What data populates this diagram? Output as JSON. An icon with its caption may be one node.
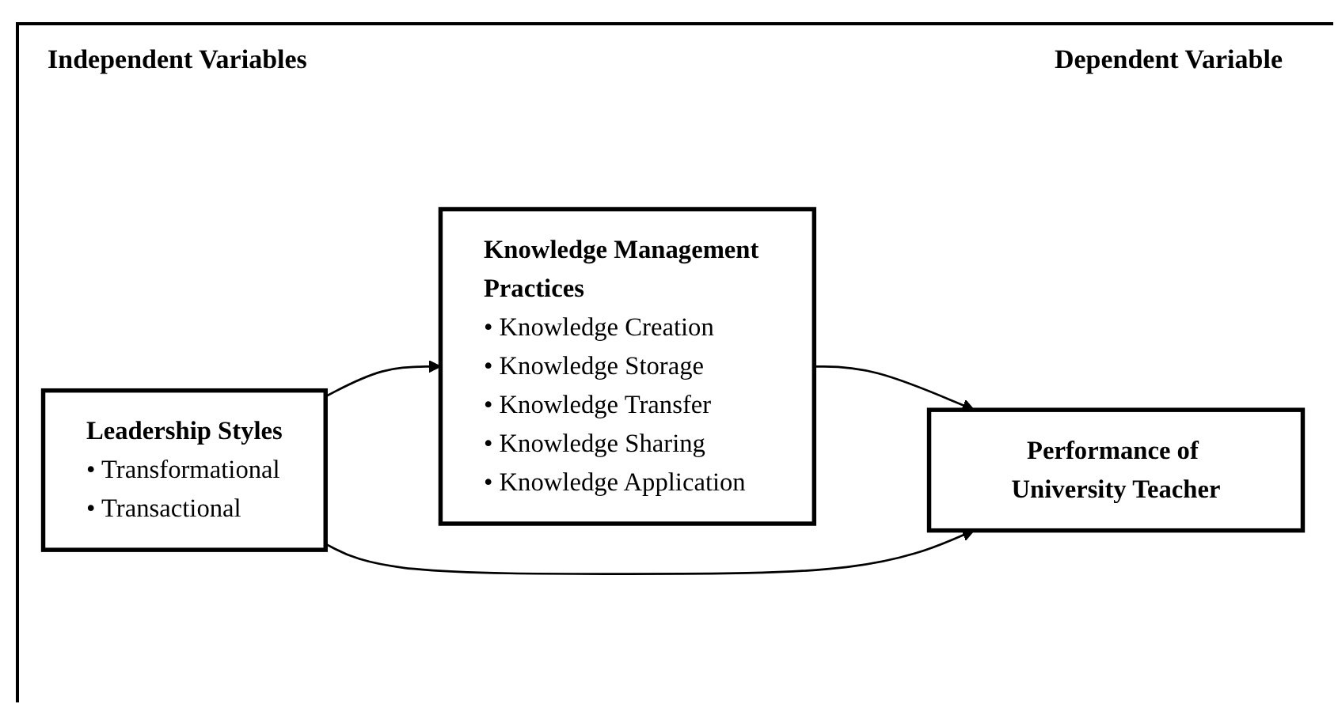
{
  "diagram": {
    "nodes": [
      {
        "text": [
          "Knowledge Management Practices",
          "• Knowledge Creation",
          "• Knowledge Storage",
          "• Knowledge Transfer",
          "• Knowledge Sharing",
          "• Knowledge Application"
        ]
      },
      {
        "text": [
          "Leadership Styles",
          "• Transformational",
          "• Transactional"
        ]
      },
      {
        "text": [
          "Performance of University Teacher"
        ]
      }
    ],
    "edges": [
      {
        "from": 0,
        "to": 2,
        "arrow": "to"
      },
      {
        "from": 1,
        "to": 2,
        "arrow": "to"
      },
      {
        "from": 1,
        "to": 0,
        "arrow": "to"
      }
    ],
    "labels": [
      "Independent Variables",
      "Dependent Variable"
    ]
  }
}
